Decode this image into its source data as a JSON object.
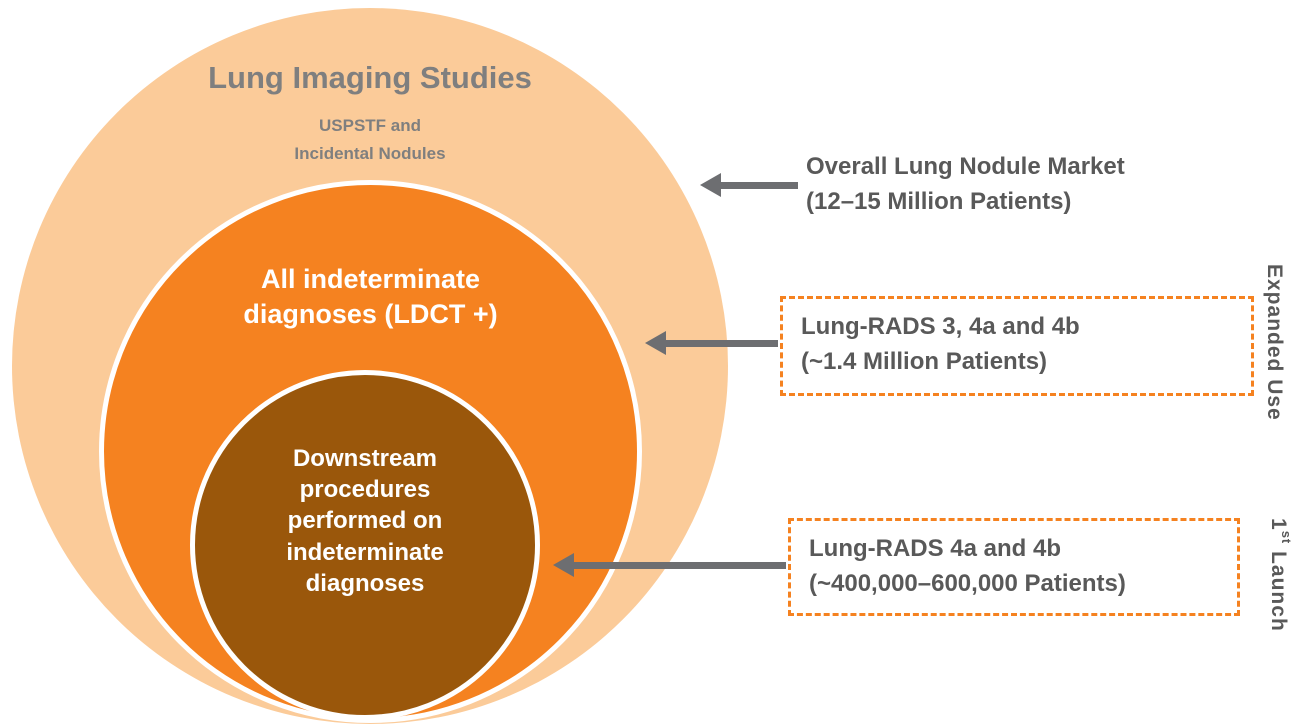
{
  "colors": {
    "outer": "#FBCB99",
    "middle": "#F58220",
    "inner": "#9A570B",
    "title_gray": "#7F7F7F",
    "label_gray": "#595959",
    "arrow_gray": "#6D6E71",
    "dashed_border": "#F58220"
  },
  "circles": {
    "outer": {
      "title": "Lung Imaging Studies",
      "subtitle": "USPSTF and\nIncidental Nodules"
    },
    "middle": {
      "label": "All indeterminate\ndiagnoses (LDCT +)"
    },
    "inner": {
      "label": "Downstream\nprocedures\nperformed on\nindeterminate\ndiagnoses"
    }
  },
  "annotations": [
    {
      "line1": "Overall Lung Nodule Market",
      "line2": "(12–15 Million Patients)",
      "boxed": false
    },
    {
      "line1": "Lung-RADS 3, 4a and 4b",
      "line2": "(~1.4 Million Patients)",
      "boxed": true
    },
    {
      "line1": "Lung-RADS 4a and 4b",
      "line2": "(~400,000–600,000 Patients)",
      "boxed": true
    }
  ],
  "side_labels": [
    {
      "text": "Expanded Use"
    },
    {
      "prefix": "1",
      "superscript": "st",
      "suffix": " Launch"
    }
  ]
}
